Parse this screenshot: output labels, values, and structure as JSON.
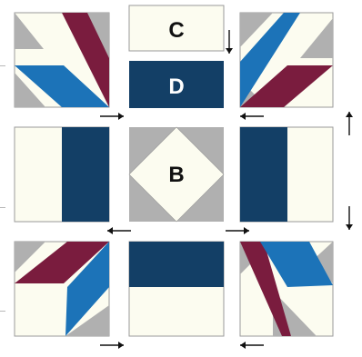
{
  "colors": {
    "background": "#ffffff",
    "cream": "#fcfcf0",
    "gray": "#b0b0b0",
    "navy": "#133f66",
    "blue": "#1c73b8",
    "maroon": "#7a1c3e",
    "outline": "#9a9a9a",
    "arrow": "#111111"
  },
  "labels": {
    "c": "C",
    "d": "D",
    "b": "B"
  },
  "pressing_arrows": [
    {
      "direction": "right"
    },
    {
      "direction": "left"
    },
    {
      "direction": "up"
    },
    {
      "direction": "left"
    },
    {
      "direction": "right"
    },
    {
      "direction": "down"
    },
    {
      "direction": "right"
    },
    {
      "direction": "left"
    },
    {
      "direction": "down"
    }
  ]
}
